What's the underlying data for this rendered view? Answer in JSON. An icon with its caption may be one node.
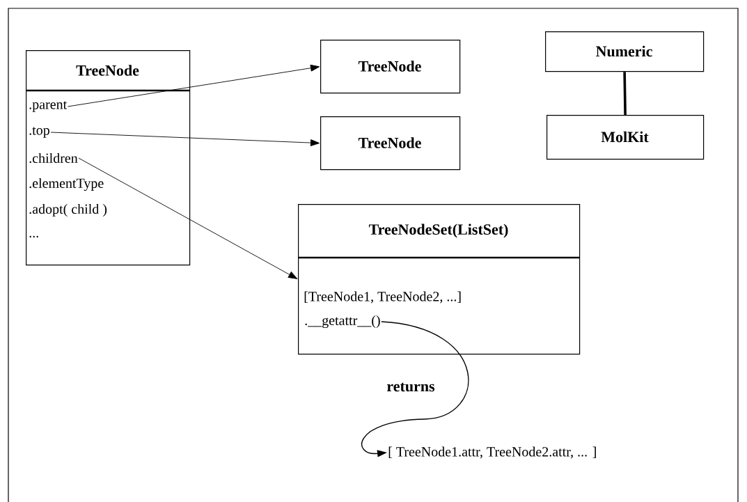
{
  "diagram": {
    "nodes": [
      {
        "text": [
          "TreeNode"
        ]
      },
      {
        "text": [
          ".parent"
        ],
        "in": 0
      },
      {
        "text": [
          ".top"
        ],
        "in": 0
      },
      {
        "text": [
          ".children"
        ],
        "in": 0
      },
      {
        "text": [
          ".elementType"
        ],
        "in": 0
      },
      {
        "text": [
          ".adopt( child )"
        ],
        "in": 0
      },
      {
        "text": [
          "..."
        ],
        "in": 0
      },
      {
        "text": [
          "TreeNode"
        ]
      },
      {
        "text": [
          "TreeNode"
        ]
      },
      {
        "text": [
          "Numeric"
        ]
      },
      {
        "text": [
          "MolKit"
        ]
      },
      {
        "text": [
          "TreeNodeSet(ListSet)",
          "[TreeNode1, TreeNode2, ...]"
        ]
      },
      {
        "text": [
          ".__getattr__()"
        ],
        "in": 11
      },
      {
        "text": [
          "[ TreeNode1.attr, TreeNode2.attr, ... ]"
        ]
      }
    ],
    "edges": [
      {
        "from": 1,
        "to": 7,
        "arrow": "to"
      },
      {
        "from": 2,
        "to": 8,
        "arrow": "to"
      },
      {
        "from": 3,
        "to": 11,
        "arrow": "to"
      },
      {
        "from": 9,
        "to": 10,
        "arrow": "none",
        "style": "thick"
      },
      {
        "from": 12,
        "to": 13,
        "arrow": "to",
        "label": "returns"
      }
    ]
  }
}
